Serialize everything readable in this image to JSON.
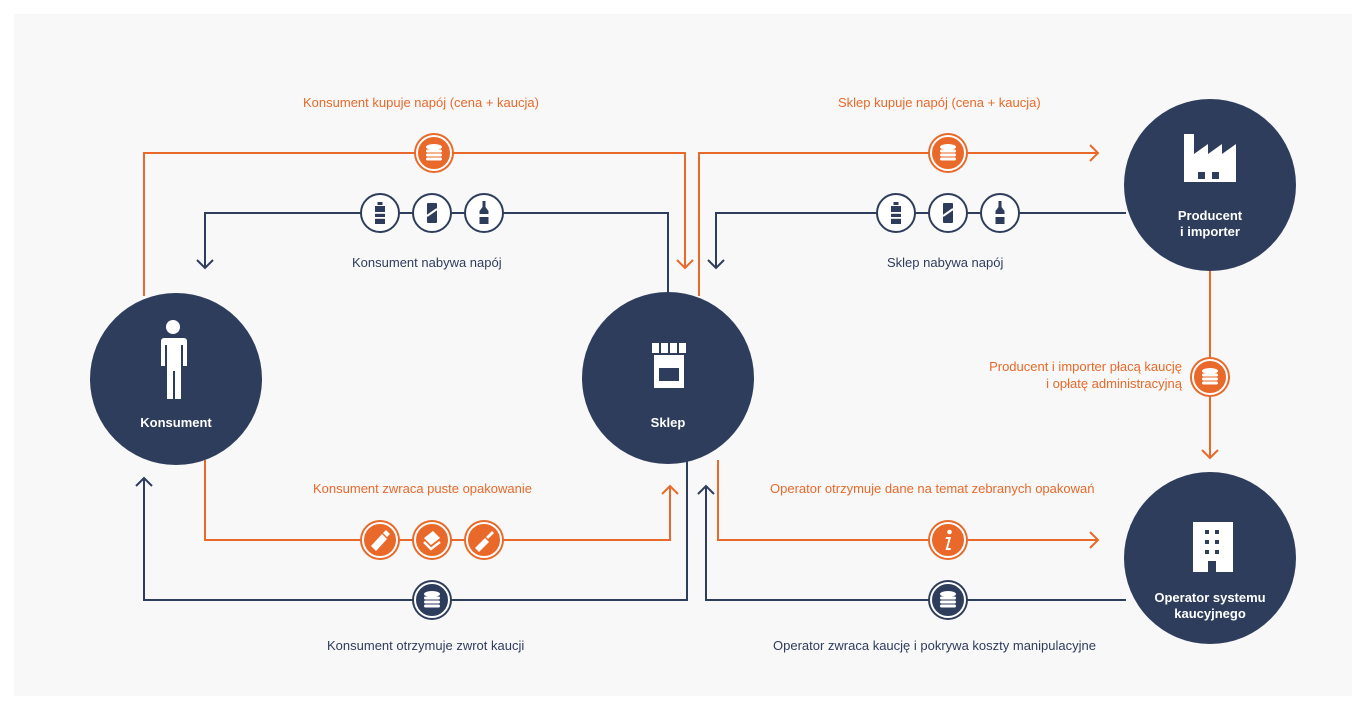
{
  "colors": {
    "navy": "#2f3d5c",
    "orange": "#e8692a",
    "background": "#f8f8f8"
  },
  "nodes": {
    "konsument": "Konsument",
    "sklep": "Sklep",
    "producent_line1": "Producent",
    "producent_line2": "i importer",
    "operator_line1": "Operator systemu",
    "operator_line2": "kaucyjnego"
  },
  "flows": {
    "konsument_kupuje": "Konsument kupuje napój (cena + kaucja)",
    "konsument_nabywa": "Konsument nabywa napój",
    "konsument_zwraca": "Konsument zwraca puste opakowanie",
    "konsument_otrzymuje": "Konsument otrzymuje zwrot kaucji",
    "sklep_kupuje": "Sklep kupuje napój (cena + kaucja)",
    "sklep_nabywa": "Sklep nabywa napój",
    "producent_placa_line1": "Producent i importer płacą kaucję",
    "producent_placa_line2": "i opłatę administracyjną",
    "operator_dane": "Operator otrzymuje dane na temat zebranych opakowań",
    "operator_zwraca": "Operator zwraca kaucję i pokrywa koszty manipulacyjne"
  },
  "icons": {
    "coins": "coins-icon",
    "bottle": "bottle-icon",
    "can": "can-icon",
    "glass_bottle": "glass-bottle-icon",
    "crushed_bottle": "crushed-bottle-icon",
    "crushed_can": "crushed-can-icon",
    "info": "info-icon",
    "person": "person-icon",
    "shop": "shop-icon",
    "factory": "factory-icon",
    "building": "building-icon"
  }
}
